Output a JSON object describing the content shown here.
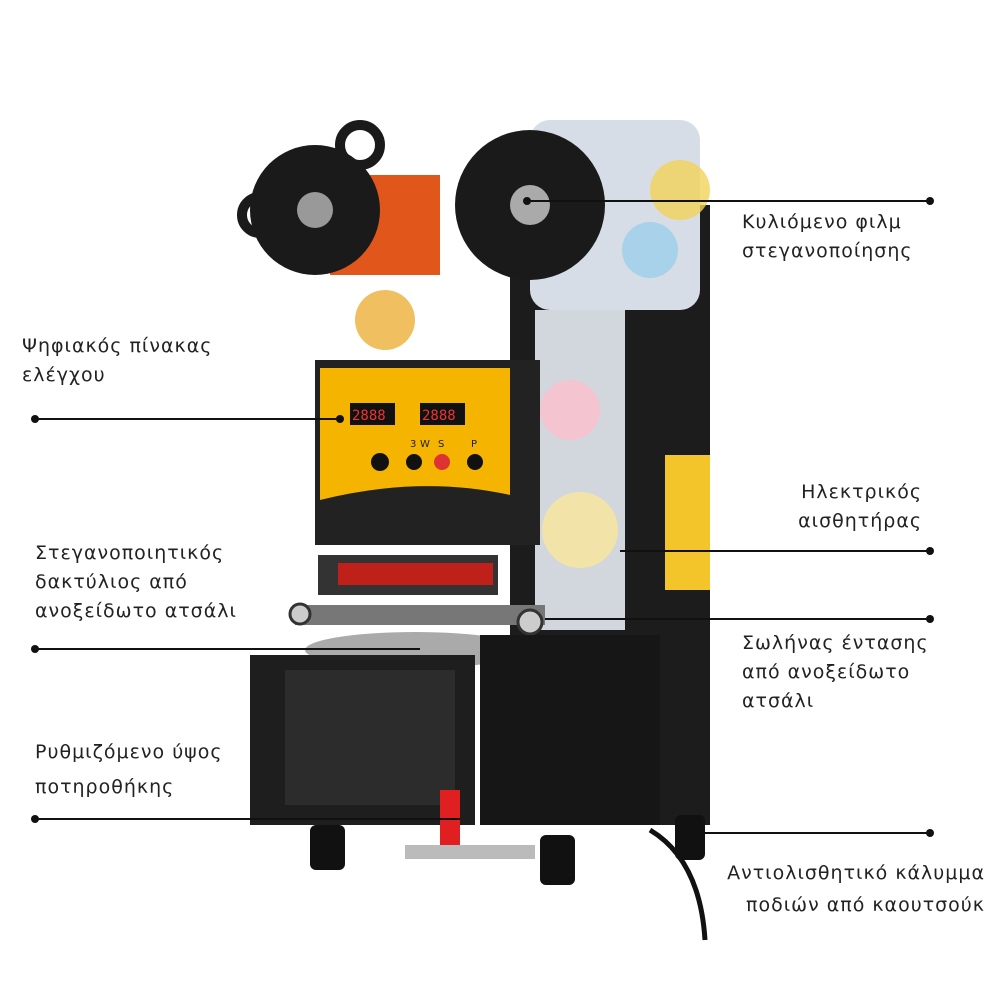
{
  "callouts": [
    {
      "id": "film",
      "lines": [
        "Κυλιόμενο φιλμ",
        "στεγανοποίησης"
      ]
    },
    {
      "id": "panel",
      "lines": [
        "Ψηφιακός πίνακας",
        "ελέγχου"
      ]
    },
    {
      "id": "sensor",
      "lines": [
        "Ηλεκτρικός",
        "αισθητήρας"
      ]
    },
    {
      "id": "ring",
      "lines": [
        "Στεγανοποιητικός",
        "δακτύλιος από",
        "ανοξείδωτο ατσάλι"
      ]
    },
    {
      "id": "tube",
      "lines": [
        "Σωλήνας έντασης",
        "από ανοξείδωτο",
        "ατσάλι"
      ]
    },
    {
      "id": "holder",
      "lines": [
        "Ρυθμιζόμενο ύψος",
        "ποτηροθήκης"
      ]
    },
    {
      "id": "feet",
      "lines": [
        "Αντιολισθητικό κάλυμμα",
        "ποδιών από καουτσούκ"
      ]
    }
  ],
  "panel": {
    "display_left": "2888",
    "display_right": "2888",
    "buttons": [
      "3",
      "W",
      "S",
      "P"
    ]
  },
  "colors": {
    "machine_body": "#1c1c1c",
    "panel_yellow": "#f5b400",
    "film_orange": "#e0561b",
    "accent_red": "#e02020"
  }
}
